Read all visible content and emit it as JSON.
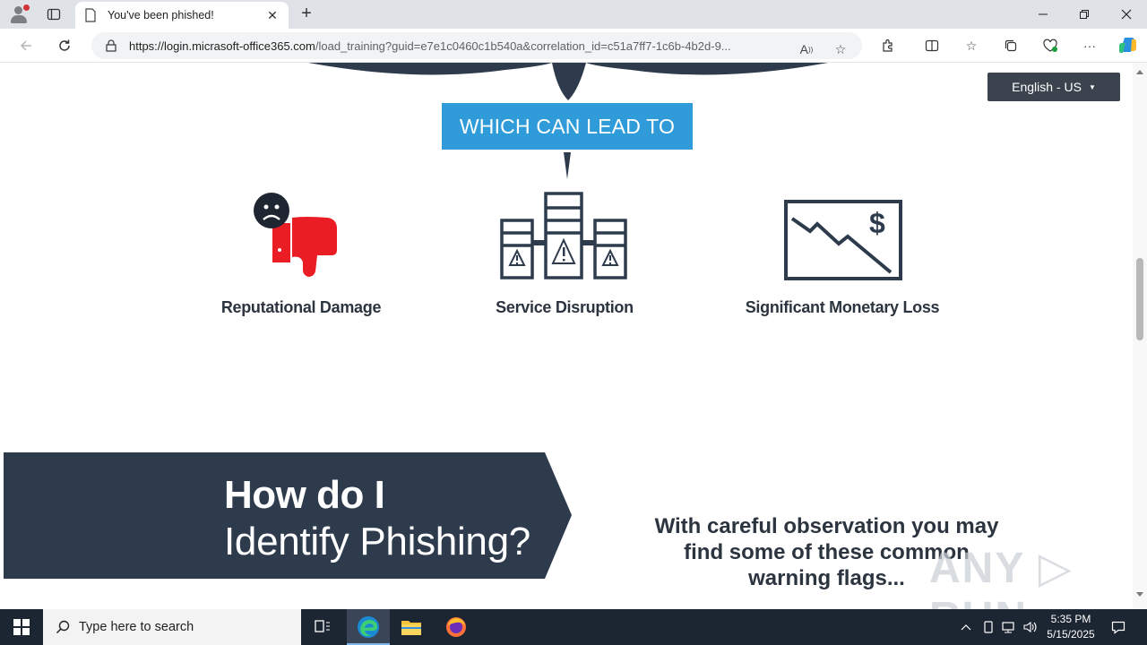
{
  "browser": {
    "tab_title": "You've been phished!",
    "url_host": "https://login.micrasoft-office365.com",
    "url_path": "/load_training?guid=e7e1c0460c1b540a&correlation_id=c51a7ff7-1c6b-4b2d-9..."
  },
  "page": {
    "language_selector": "English - US",
    "lead_label": "WHICH CAN LEAD TO",
    "impacts": [
      {
        "label": "Reputational Damage",
        "icon": "thumbs-down-sad-face-icon"
      },
      {
        "label": "Service Disruption",
        "icon": "servers-warning-icon"
      },
      {
        "label": "Significant Monetary Loss",
        "icon": "falling-chart-dollar-icon"
      }
    ],
    "how_title": "How do I",
    "how_subtitle": "Identify Phishing?",
    "observation_text": "With careful observation you may find some of these common warning flags...",
    "watermark": "ANY RUN"
  },
  "taskbar": {
    "search_placeholder": "Type here to search",
    "time": "5:35 PM",
    "date": "5/15/2025"
  },
  "colors": {
    "navy": "#2d3b4d",
    "lead_blue": "#2f9bd9",
    "thumb_red": "#ea1c24"
  }
}
